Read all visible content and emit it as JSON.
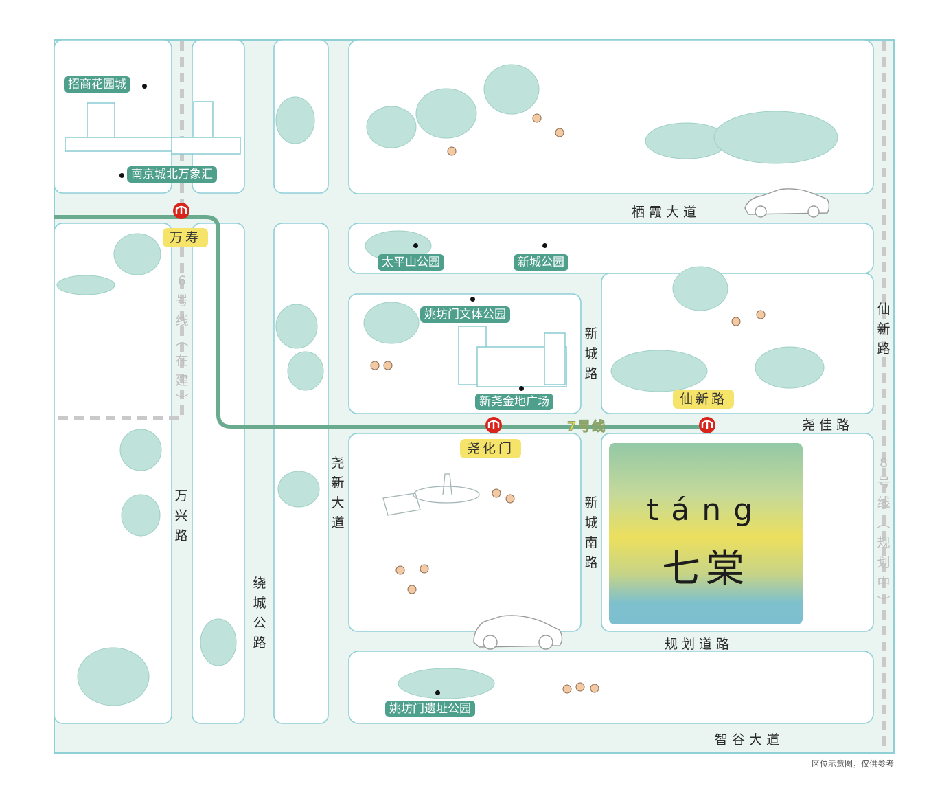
{
  "map": {
    "poi_labels": [
      "招商花园城",
      "南京城北万象汇",
      "太平山公园",
      "新城公园",
      "姚坊门文体公园",
      "新尧金地广场",
      "姚坊门遗址公园"
    ],
    "stations": [
      "万寿",
      "尧化门",
      "仙新路"
    ],
    "roads": {
      "qixia": "栖霞大道",
      "yaojia": "尧佳路",
      "guihua": "规划道路",
      "zhigu": "智谷大道"
    },
    "vertical_roads": {
      "wanxing": [
        "万",
        "兴",
        "路"
      ],
      "raocheng": [
        "绕",
        "城",
        "公",
        "路"
      ],
      "yaoxin": [
        "尧",
        "新",
        "大",
        "道"
      ],
      "xincheng": [
        "新",
        "城",
        "路"
      ],
      "xinchengnan": [
        "新",
        "城",
        "南",
        "路"
      ],
      "xianxin": [
        "仙",
        "新",
        "路"
      ]
    },
    "metro_lines": {
      "line6": [
        "6",
        "号",
        "线",
        "︵",
        "在",
        "建",
        "︶"
      ],
      "line8": [
        "8",
        "号",
        "线",
        "︵",
        "规",
        "划",
        "中",
        "︶"
      ],
      "line7": "7号线"
    },
    "project": {
      "pinyin": "táng",
      "name": "七棠"
    },
    "note": "区位示意图，仅供参考",
    "colors": {
      "block_border": "#8fcfd6",
      "road_fill": "#eaf5f2",
      "metro7": "#6aaa8e",
      "label_bg": "#4e9f8c",
      "station_bg": "#f6e46a",
      "metro_icon": "#d9241c"
    }
  }
}
